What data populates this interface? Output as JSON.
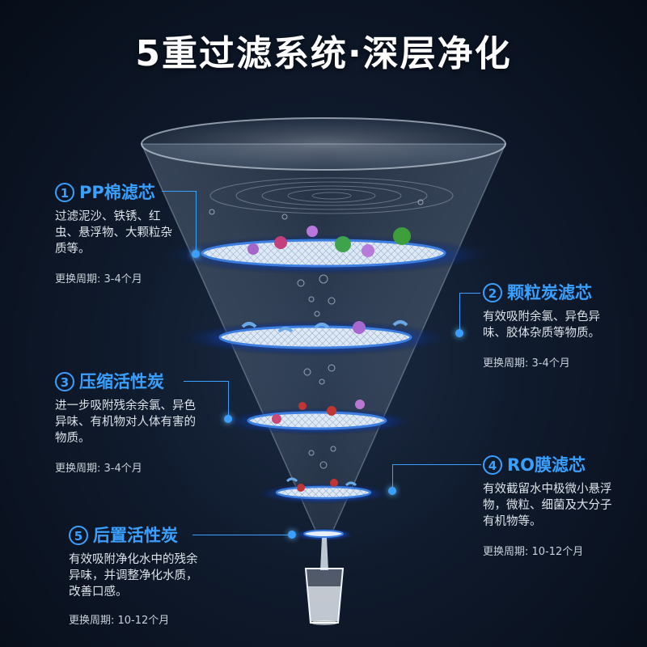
{
  "headline": "5重过滤系统·深层净化",
  "stages": [
    {
      "num": "1",
      "name": "PP棉滤芯",
      "desc": "过滤泥沙、铁锈、红虫、悬浮物、大颗粒杂质等。",
      "period": "更换周期: 3-4个月"
    },
    {
      "num": "2",
      "name": "颗粒炭滤芯",
      "desc": "有效吸附余氯、异色异味、胶体杂质等物质。",
      "period": "更换周期: 3-4个月"
    },
    {
      "num": "3",
      "name": "压缩活性炭",
      "desc": "进一步吸附残余余氯、异色异味、有机物对人体有害的物质。",
      "period": "更换周期: 3-4个月"
    },
    {
      "num": "4",
      "name": "RO膜滤芯",
      "desc": "有效截留水中极微小悬浮物，微粒、细菌及大分子有机物等。",
      "period": "更换周期: 10-12个月"
    },
    {
      "num": "5",
      "name": "后置活性炭",
      "desc": "有效吸附净化水中的残余异味，并调整净化水质，改善口感。",
      "period": "更换周期: 10-12个月"
    }
  ],
  "colors": {
    "accent": "#3aa0ff",
    "background": "#0f1a2c",
    "title": "#ffffff"
  },
  "icons": {
    "funnel": "funnel-illustration",
    "glass": "water-glass-icon",
    "particles": "contaminant-particle-icons"
  }
}
